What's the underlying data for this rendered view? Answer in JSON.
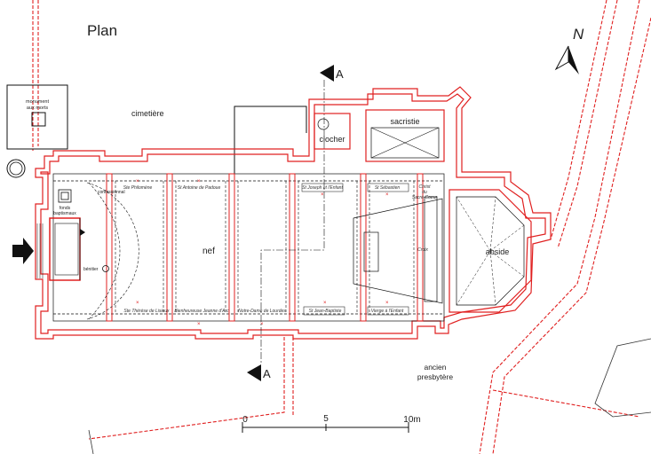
{
  "title": "Plan",
  "north_label": "N",
  "section_marker": "A",
  "rooms": {
    "cimetiere": "cimetière",
    "monument": "monument aux morts",
    "sacristie": "sacristie",
    "clocher": "clocher",
    "nef": "nef",
    "abside": "abside",
    "presbytere_line1": "ancien",
    "presbytere_line2": "presbytère",
    "fonds": "fonds baptismaux",
    "benitier": "bénitier",
    "confessionnal": "confessionnal"
  },
  "chapels": {
    "top1": "Ste Philomène",
    "top2": "St Antoine de Padoue",
    "top3": "St Joseph et l'Enfant",
    "top4": "St Sébastien",
    "top5_line1": "Christ",
    "top5_line2": "du",
    "top5_line3": "Sacré-Coeur",
    "bot1": "Ste Thérèse de Lisieux",
    "bot2": "Bienheureuse Jeanne d'Arc",
    "bot3": "Notre-Dame de Lourdes",
    "bot4": "St Jean-Baptiste",
    "bot5": "Vierge à l'Enfant",
    "croix": "Croix"
  },
  "scale": {
    "label_0": "0",
    "label_5": "5",
    "label_10": "10m"
  },
  "colors": {
    "wall_red": "#e02020",
    "line": "#111111"
  }
}
